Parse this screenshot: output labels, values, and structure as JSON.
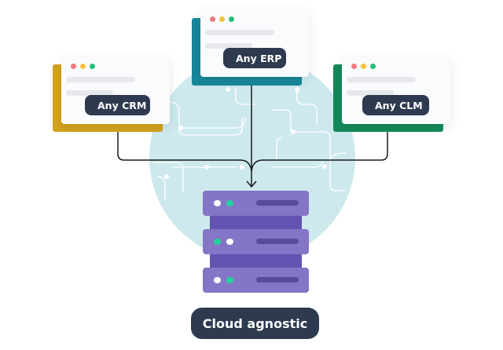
{
  "diagram": {
    "sources": [
      {
        "id": "crm",
        "label": "Any CRM",
        "accent_color": "#d4a31c",
        "dot_color": "#f2b83a"
      },
      {
        "id": "erp",
        "label": "Any ERP",
        "accent_color": "#17889a",
        "dot_color": "#2bb8e6"
      },
      {
        "id": "clm",
        "label": "Any CLM",
        "accent_color": "#138a5a",
        "dot_color": "#1fc989"
      }
    ],
    "window_controls": {
      "close": "#f07a7a",
      "minimize": "#f5c33b",
      "maximize": "#25c07a"
    },
    "target": {
      "label": "Cloud agnostic",
      "server_units": 3,
      "server_color": "#8575c6"
    },
    "background_circle_color": "#cde9ee",
    "icons": [
      "window-dots-icon",
      "status-dot-icon",
      "server-rack-icon",
      "arrow-down-icon"
    ]
  }
}
